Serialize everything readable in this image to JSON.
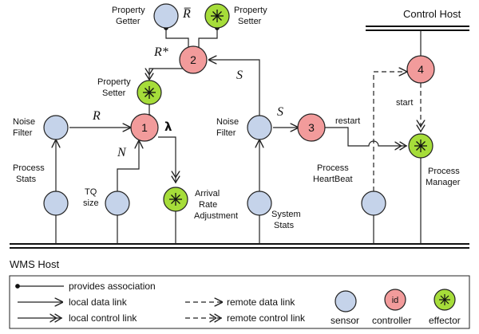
{
  "hosts": {
    "control": "Control Host",
    "wms": "WMS Host"
  },
  "colors": {
    "sensor": "#c5d3ea",
    "controller": "#f29b9b",
    "effector": "#a6dd3a",
    "stroke": "#222222"
  },
  "sensors": {
    "property_getter": [
      "Property",
      "Getter"
    ],
    "noise_filter_left": [
      "Noise",
      "Filter"
    ],
    "process_stats": [
      "Process",
      "Stats"
    ],
    "tq_size": [
      "TQ",
      "size"
    ],
    "noise_filter_right": [
      "Noise",
      "Filter"
    ],
    "system_stats": [
      "System",
      "Stats"
    ],
    "process_heartbeat": [
      "Process",
      "HeartBeat"
    ]
  },
  "controllers": {
    "c1": "1",
    "c2": "2",
    "c3": "3",
    "c4": "4"
  },
  "effectors": {
    "property_setter_top": [
      "Property",
      "Setter"
    ],
    "property_setter_mid": [
      "Property",
      "Setter"
    ],
    "arrival_rate": [
      "Arrival",
      "Rate",
      "Adjustment"
    ],
    "process_manager": [
      "Process",
      "Manager"
    ]
  },
  "edges": {
    "r_bar": "R̅",
    "r_star": "R*",
    "s_top": "S",
    "r": "R",
    "lambda": "λ",
    "n": "N",
    "s_mid": "S",
    "restart": "restart",
    "start": "start"
  },
  "legend": {
    "provides_association": "provides association",
    "local_data_link": "local data link",
    "local_control_link": "local control link",
    "remote_data_link": "remote data link",
    "remote_control_link": "remote control link",
    "sensor": "sensor",
    "controller": "controller",
    "effector": "effector",
    "controller_id": "id"
  }
}
